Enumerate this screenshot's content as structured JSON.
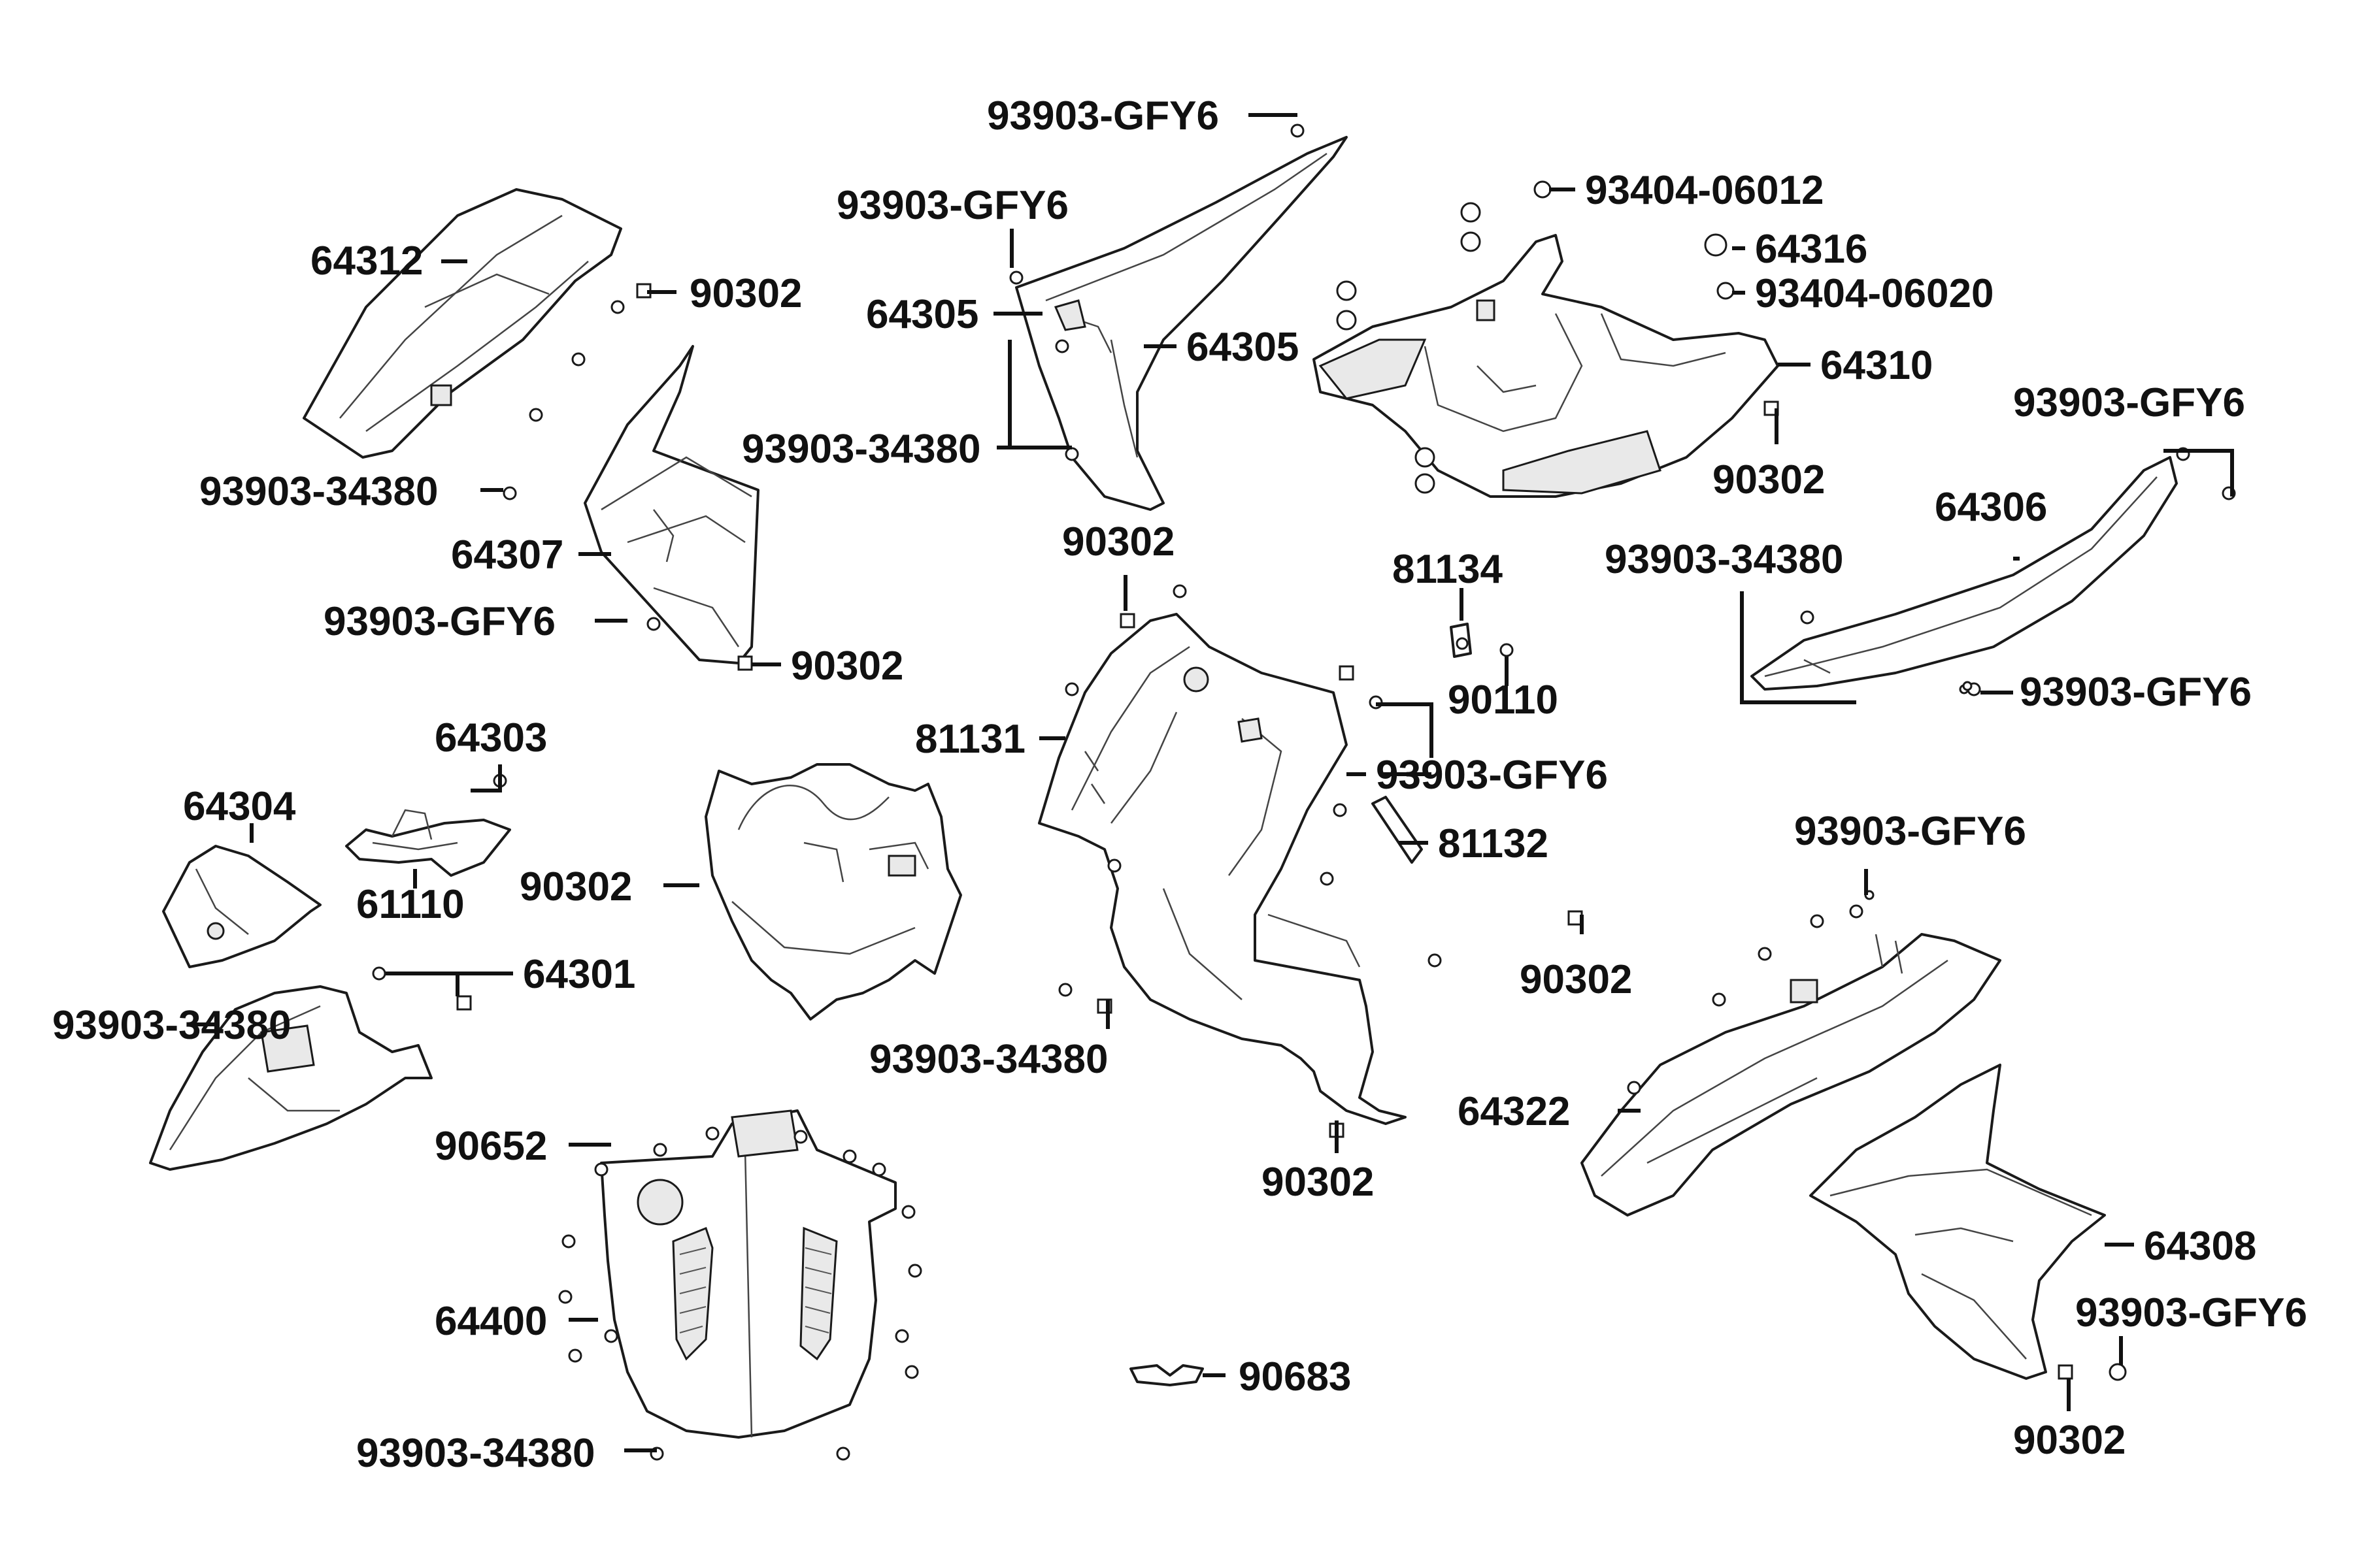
{
  "colors": {
    "background": "#ffffff",
    "line": "#1a1a1a",
    "text": "#111111"
  },
  "labels": {
    "l01": "93903-GFY6",
    "l02": "93903-GFY6",
    "l03": "64305",
    "l04": "64305",
    "l05": "93903-34380",
    "l06": "93404-06012",
    "l07": "64316",
    "l08": "93404-06020",
    "l09": "64310",
    "l10": "90302",
    "l11": "93903-GFY6",
    "l12": "64306",
    "l13": "93903-34380",
    "l14": "93903-GFY6",
    "l15": "64312",
    "l16": "90302",
    "l17": "93903-34380",
    "l18": "64307",
    "l19": "93903-GFY6",
    "l20": "90302",
    "l21": "90302",
    "l22": "81134",
    "l23": "90110",
    "l24": "81131",
    "l25": "93903-GFY6",
    "l26": "81132",
    "l27": "93903-34380",
    "l28": "64303",
    "l29": "64304",
    "l30": "61110",
    "l31": "90302",
    "l32": "64301",
    "l33": "93903-34380",
    "l34": "90302",
    "l35": "93903-GFY6",
    "l36": "90302",
    "l37": "64322",
    "l38": "64308",
    "l39": "93903-GFY6",
    "l40": "90302",
    "l41": "90652",
    "l42": "64400",
    "l43": "93903-34380",
    "l44": "90683"
  }
}
